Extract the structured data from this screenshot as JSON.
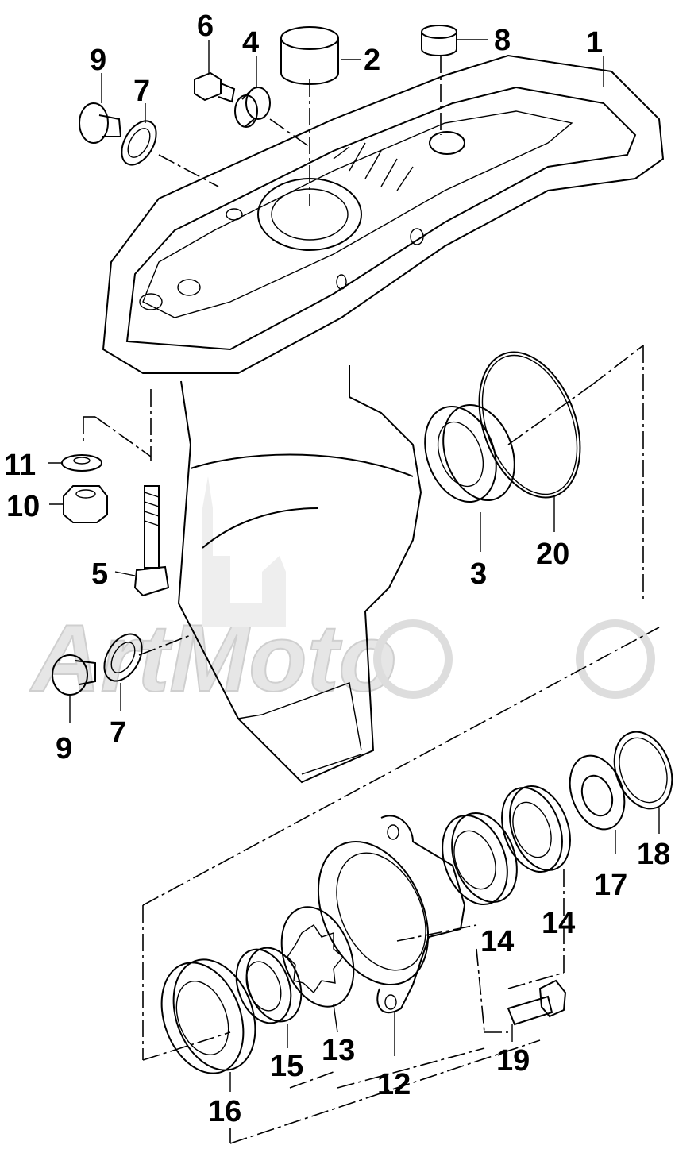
{
  "callouts": {
    "c1": "1",
    "c2": "2",
    "c3": "3",
    "c4": "4",
    "c5": "5",
    "c6": "6",
    "c7a": "7",
    "c7b": "7",
    "c8": "8",
    "c9a": "9",
    "c9b": "9",
    "c10": "10",
    "c11": "11",
    "c12": "12",
    "c13": "13",
    "c14a": "14",
    "c14b": "14",
    "c15": "15",
    "c16": "16",
    "c17": "17",
    "c18": "18",
    "c19": "19",
    "c20": "20"
  },
  "watermark": "ArtMoto",
  "colors": {
    "ink": "#000000",
    "paper": "#ffffff",
    "watermark": "#e6e6e6"
  }
}
